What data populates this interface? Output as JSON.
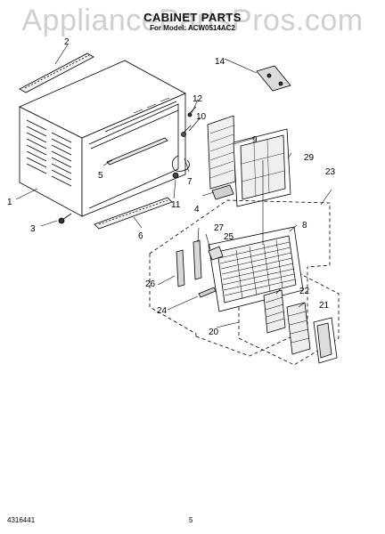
{
  "header": {
    "watermark": "AppliancePartsPros.com",
    "title": "CABINET PARTS",
    "subtitle": "For Model: ACW0514AC2"
  },
  "callouts": {
    "c1": "1",
    "c2": "2",
    "c3": "3",
    "c4": "4",
    "c5": "5",
    "c6": "6",
    "c7": "7",
    "c8": "8",
    "c9": "9",
    "c10": "10",
    "c11": "11",
    "c12": "12",
    "c14": "14",
    "c20": "20",
    "c21": "21",
    "c22": "22",
    "c23": "23",
    "c24": "24",
    "c25": "25",
    "c26": "26",
    "c27": "27",
    "c29": "29"
  },
  "footer": {
    "doc_number": "4316441",
    "page_number": "5"
  }
}
